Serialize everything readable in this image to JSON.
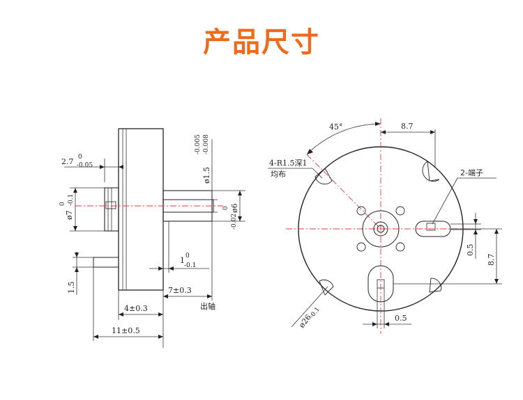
{
  "title": "产品尺寸",
  "colors": {
    "title": "#ee6a1c",
    "centerline": "#e83a3a",
    "line": "#222222"
  },
  "side_view": {
    "dim_27": "2.7",
    "dim_27_up": "0",
    "dim_27_low": "-0.05",
    "dim_7": "ø7",
    "dim_7_up": "0",
    "dim_7_low": "-0.1",
    "dim_15shaft": "ø1.5",
    "dim_15shaft_up": "-0.005",
    "dim_15shaft_low": "-0.008",
    "dim_6": "ø6",
    "dim_6_up": "0",
    "dim_6_low": "-0.02",
    "dim_1": "1",
    "dim_1_up": "0",
    "dim_1_low": "-0.1",
    "dim_15": "1.5",
    "dim_7pm": "7±0.3",
    "shaft_label": "出轴",
    "dim_4pm": "4±0.3",
    "dim_11pm": "11±0.5"
  },
  "front_view": {
    "angle": "45°",
    "dim_87_top": "8.7",
    "hole_note_1": "4-R1.5深1",
    "hole_note_2": "均布",
    "terminal_label": "2-端子",
    "dim_05_v": "0.5",
    "dim_87_v": "8.7",
    "dim_26": "ø26",
    "dim_26_low": "-0.1",
    "dim_05_h": "0.5"
  }
}
